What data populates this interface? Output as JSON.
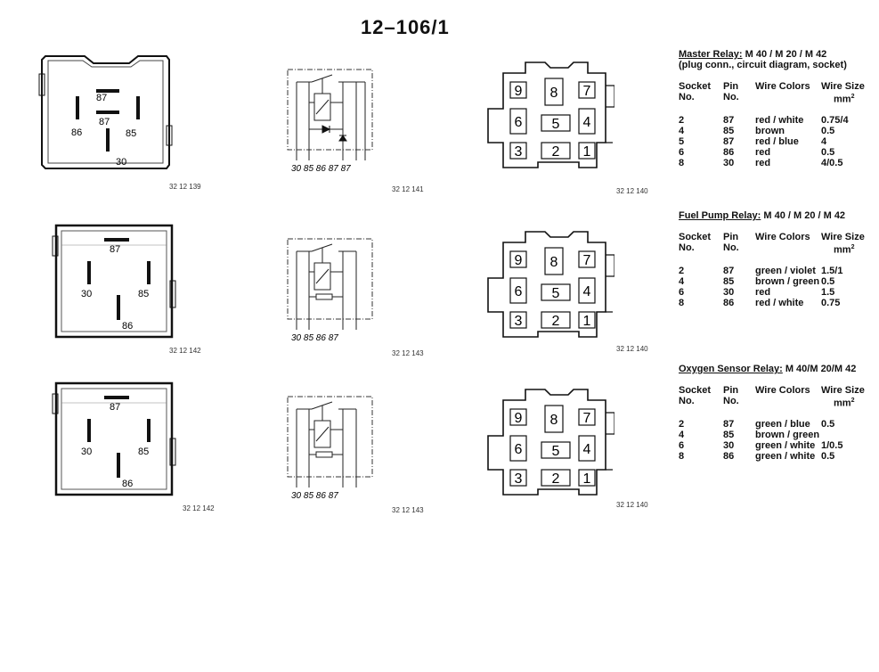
{
  "page_title": "12–106/1",
  "rows": [
    {
      "plug_pins": {
        "top": "87",
        "center": "87",
        "left": "86",
        "right": "85",
        "bottom": "30"
      },
      "circuit_labels": "30 85   86 87 87",
      "codes": [
        "32 12 139",
        "32 12 141",
        "32 12 140"
      ],
      "table": {
        "title_underlined": "Master Relay:",
        "title_rest": " M 40 / M 20 / M 42",
        "subtitle": "(plug conn., circuit diagram, socket)",
        "rows": [
          [
            "2",
            "87",
            "red / white",
            "0.75/4"
          ],
          [
            "4",
            "85",
            "brown",
            "0.5"
          ],
          [
            "5",
            "87",
            "red / blue",
            "4"
          ],
          [
            "6",
            "86",
            "red",
            "0.5"
          ],
          [
            "8",
            "30",
            "red",
            "4/0.5"
          ]
        ]
      }
    },
    {
      "plug_pins": {
        "top": "87",
        "left": "30",
        "right": "85",
        "bottom": "86"
      },
      "circuit_labels": "30 85   86 87",
      "codes": [
        "32 12 142",
        "32 12 143",
        "32 12 140"
      ],
      "table": {
        "title_underlined": "Fuel Pump Relay:",
        "title_rest": " M 40 / M 20 / M 42",
        "rows": [
          [
            "2",
            "87",
            "green / violet",
            "1.5/1"
          ],
          [
            "4",
            "85",
            "brown / green",
            "0.5"
          ],
          [
            "6",
            "30",
            "red",
            "1.5"
          ],
          [
            "8",
            "86",
            "red / white",
            "0.75"
          ]
        ]
      }
    },
    {
      "plug_pins": {
        "top": "87",
        "left": "30",
        "right": "85",
        "bottom": "86"
      },
      "circuit_labels": "30 85   86 87",
      "codes": [
        "32 12 142",
        "32 12 143",
        "32 12 140"
      ],
      "table": {
        "title_underlined": "Oxygen Sensor Relay:",
        "title_rest": " M 40/M 20/M 42",
        "rows": [
          [
            "2",
            "87",
            "green / blue",
            "0.5"
          ],
          [
            "4",
            "85",
            "brown / green",
            ""
          ],
          [
            "6",
            "30",
            "green / white",
            "1/0.5"
          ],
          [
            "8",
            "86",
            "green / white",
            "0.5"
          ]
        ]
      }
    }
  ],
  "table_headers": {
    "socket": "Socket",
    "socket2": "No.",
    "pin": "Pin",
    "pin2": "No.",
    "colors": "Wire Colors",
    "size": "Wire Size",
    "size2": "mm",
    "size_sup": "2"
  },
  "socket_numbers": [
    "9",
    "8",
    "7",
    "6",
    "5",
    "4",
    "3",
    "2",
    "1"
  ]
}
